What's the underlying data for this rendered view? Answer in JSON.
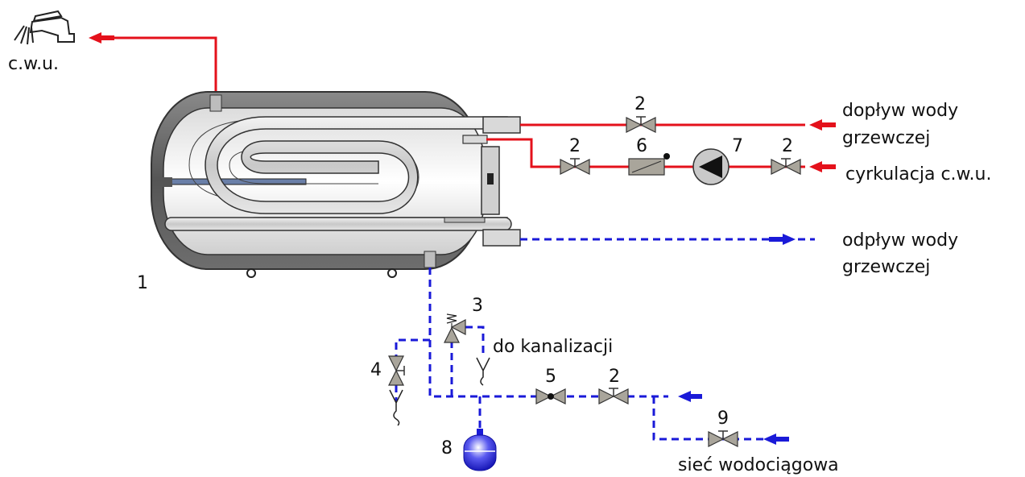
{
  "labels": {
    "hot_tap": "c.w.u.",
    "heating_inflow_l1": "dopływ wody",
    "heating_inflow_l2": "grzewczej",
    "circulation": "cyrkulacja c.w.u.",
    "heating_outflow_l1": "odpływ wody",
    "heating_outflow_l2": "grzewczej",
    "drain": "do kanalizacji",
    "water_mains": "sieć wodociągowa"
  },
  "numbers": {
    "n1": "1",
    "n2_top": "2",
    "n2_circ_left": "2",
    "n6": "6",
    "n7": "7",
    "n2_circ_right": "2",
    "n3": "3",
    "n4": "4",
    "n5": "5",
    "n2_cold": "2",
    "n8": "8",
    "n9": "9"
  },
  "colors": {
    "hot_line": "#e4111b",
    "cold_line": "#1a1ad8",
    "valve": "#a9a59b",
    "tank_shell": "#6b6b6b",
    "expansion_vessel": "#1a1ad8"
  },
  "icons": [
    "faucet-icon",
    "pump-icon",
    "valve-icon",
    "safety-valve-icon",
    "check-valve-icon",
    "filter-icon",
    "expansion-vessel-icon",
    "drain-funnel-icon"
  ]
}
